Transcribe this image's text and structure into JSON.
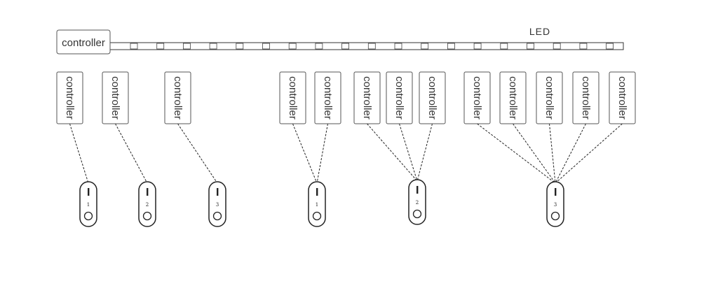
{
  "strip": {
    "controller_label": "controller",
    "led_label": "LED"
  },
  "controller_label": "controller",
  "groups": [
    {
      "controllers": 1,
      "remote_number": "1"
    },
    {
      "controllers": 1,
      "remote_number": "2"
    },
    {
      "controllers": 1,
      "remote_number": "3"
    },
    {
      "controllers": 2,
      "remote_number": "1"
    },
    {
      "controllers": 3,
      "remote_number": "2"
    },
    {
      "controllers": 5,
      "remote_number": "3"
    }
  ],
  "colors": {
    "line": "#222222",
    "box_border": "#555555",
    "text": "#333333"
  },
  "icons": [
    "remote-control-icon"
  ]
}
